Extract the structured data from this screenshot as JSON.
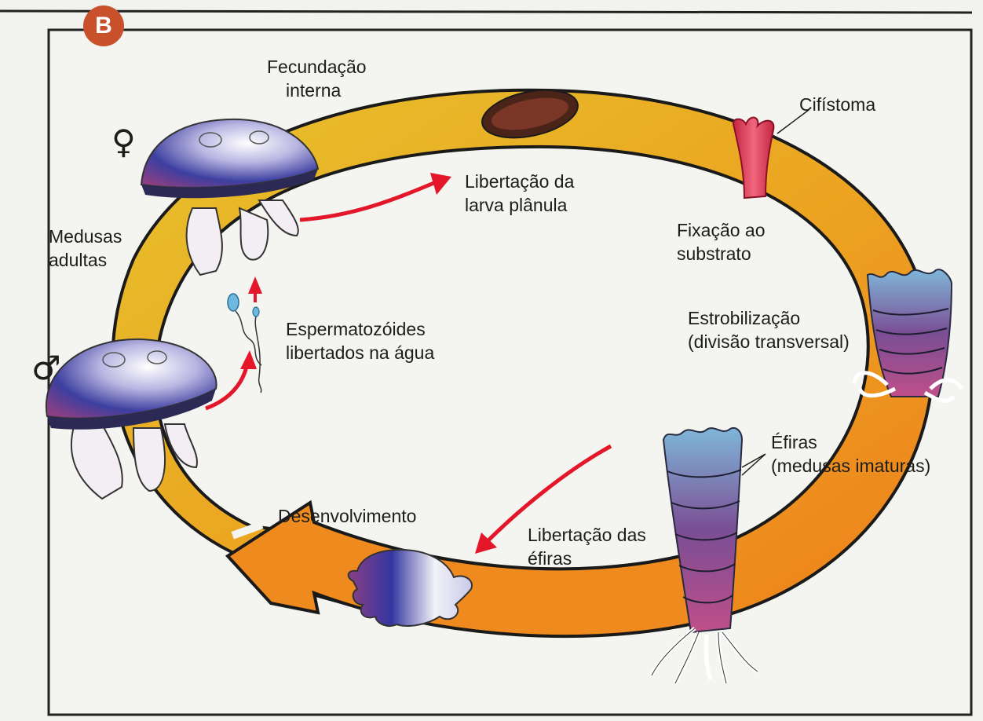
{
  "figure": {
    "badge": "B",
    "female_symbol": "♀",
    "male_symbol": "♂",
    "labels": {
      "fecundacao": [
        "Fecundação",
        "interna"
      ],
      "libertacao_planula": [
        "Libertação da",
        "larva plânula"
      ],
      "cifistoma": "Cifístoma",
      "fixacao": [
        "Fixação ao",
        "substrato"
      ],
      "estrobilizacao": [
        "Estrobilização",
        "(divisão transversal)"
      ],
      "efiras": [
        "Éfiras",
        "(medusas imaturas)"
      ],
      "libertacao_efiras": [
        "Libertação das",
        "éfiras"
      ],
      "desenvolvimento": "Desenvolvimento",
      "espermatozoides": [
        "Espermatozóides",
        "libertados na água"
      ],
      "medusas_adultas": [
        "Medusas",
        "adultas"
      ]
    }
  },
  "colors": {
    "ring_yellow": "#e9b526",
    "ring_orange": "#ee8a1e",
    "arrow_red": "#e3162a",
    "badge": "#c8512b",
    "bell_blue": "#3d3fa0",
    "bell_purple": "#8a4a8f",
    "polyp_pink": "#dd3d5c"
  },
  "icons": [
    "female-symbol-icon",
    "male-symbol-icon",
    "female-jellyfish",
    "male-jellyfish",
    "planula-larva",
    "scyphistoma-polyp",
    "strobila",
    "ephyra-stack",
    "ephyra",
    "sperm-cells"
  ]
}
